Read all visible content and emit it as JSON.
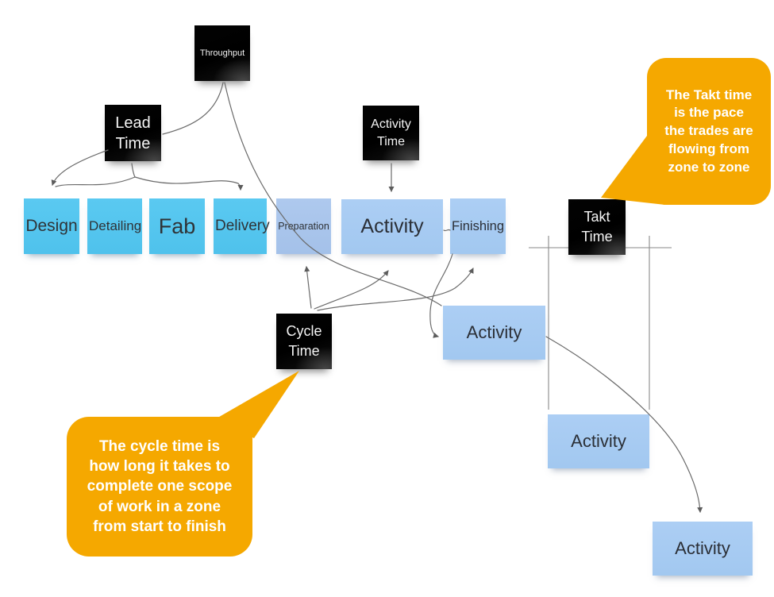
{
  "colors": {
    "background": "#FFFFFF",
    "callout_bg": "#F5A800",
    "callout_text": "#FFFFFF",
    "sticky_black": "#0A0A0A",
    "sticky_cyan": "#52C5EF",
    "sticky_periwinkle": "#A9C6EC",
    "sticky_blue": "#A7CBF2",
    "connector": "#6A6A6A"
  },
  "black_stickies": {
    "throughput": "Throughput",
    "lead_time": "Lead Time",
    "activity_time": "Activity Time",
    "takt_time": "Takt Time",
    "cycle_time": "Cycle Time"
  },
  "process_row": {
    "design": "Design",
    "detailing": "Detailing",
    "fab": "Fab",
    "delivery": "Delivery",
    "preparation": "Preparation",
    "activity": "Activity",
    "finishing": "Finishing"
  },
  "zone_activities": {
    "activity_1": "Activity",
    "activity_2": "Activity",
    "activity_3": "Activity"
  },
  "callouts": {
    "takt_time": {
      "text": "The Takt time\nis the pace\nthe trades are\nflowing from\nzone to zone"
    },
    "cycle_time": {
      "text": "The cycle time is\nhow long it takes to\ncomplete one scope\nof work in a zone\nfrom start to finish"
    }
  }
}
